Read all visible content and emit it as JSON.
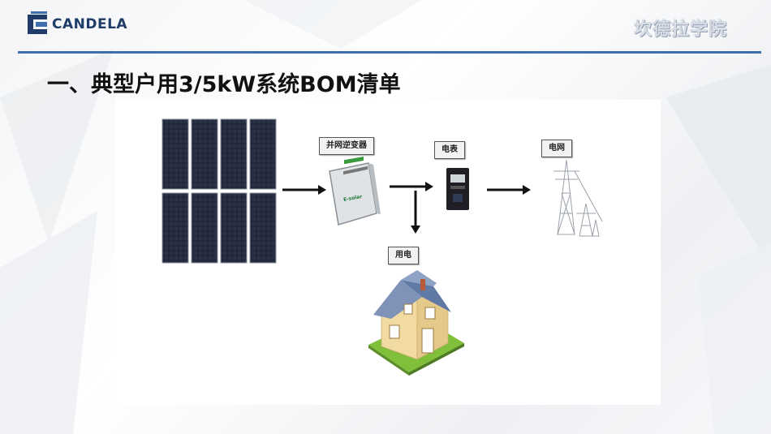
{
  "header": {
    "logo_text": "CANDELA",
    "academy_text": "坎德拉学院",
    "brand_color": "#1f3c68",
    "accent_line_color": "#3f6fae"
  },
  "slide": {
    "title": "一、典型户用3/5kW系统BOM清单"
  },
  "diagram": {
    "nodes": {
      "inverter": {
        "label": "并网逆变器",
        "brand": "E-solar"
      },
      "meter": {
        "label": "电表"
      },
      "grid": {
        "label": "电网"
      },
      "load": {
        "label": "用电"
      }
    },
    "icons": [
      "solar-panel-array-icon",
      "inverter-icon",
      "electric-meter-icon",
      "transmission-tower-icon",
      "house-icon",
      "arrow-right-icon",
      "arrow-down-icon"
    ]
  }
}
